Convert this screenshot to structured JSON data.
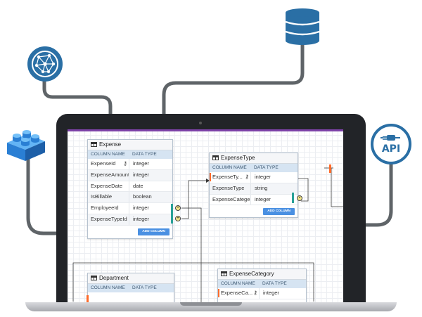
{
  "colors": {
    "accent_blue": "#2a6fa5",
    "lego_blue": "#2a7fd4",
    "cable_gray": "#5f6468",
    "purple_bar": "#7d42a8",
    "connector_teal": "#2aa198",
    "connector_orange": "#ff6b2a"
  },
  "icons": {
    "network": "globe-network-icon",
    "database": "database-icon",
    "plugin": "lego-brick-icon",
    "api": "api-plug-icon"
  },
  "api_icon": {
    "label": "API"
  },
  "column_header": {
    "name": "COLUMN NAME",
    "type": "DATA TYPE"
  },
  "add_column_label": "ADD COLUMN",
  "tables": {
    "expense": {
      "title": "Expense",
      "rows": [
        {
          "name": "ExpenseId",
          "type": "integer"
        },
        {
          "name": "ExpenseAmount",
          "type": "integer"
        },
        {
          "name": "ExpenseDate",
          "type": "date"
        },
        {
          "name": "IsBillable",
          "type": "boolean"
        },
        {
          "name": "EmployeeId",
          "type": "integer"
        },
        {
          "name": "ExpenseTypeId",
          "type": "integer"
        }
      ]
    },
    "expense_type": {
      "title": "ExpenseType",
      "rows": [
        {
          "name": "ExpenseTy...",
          "type": "integer"
        },
        {
          "name": "ExpenseType",
          "type": "string"
        },
        {
          "name": "ExpenseCatege...",
          "type": "integer"
        }
      ]
    },
    "department": {
      "title": "Department"
    },
    "expense_category": {
      "title": "ExpenseCategory",
      "rows": [
        {
          "name": "ExpenseCa...",
          "type": "integer"
        }
      ]
    }
  }
}
